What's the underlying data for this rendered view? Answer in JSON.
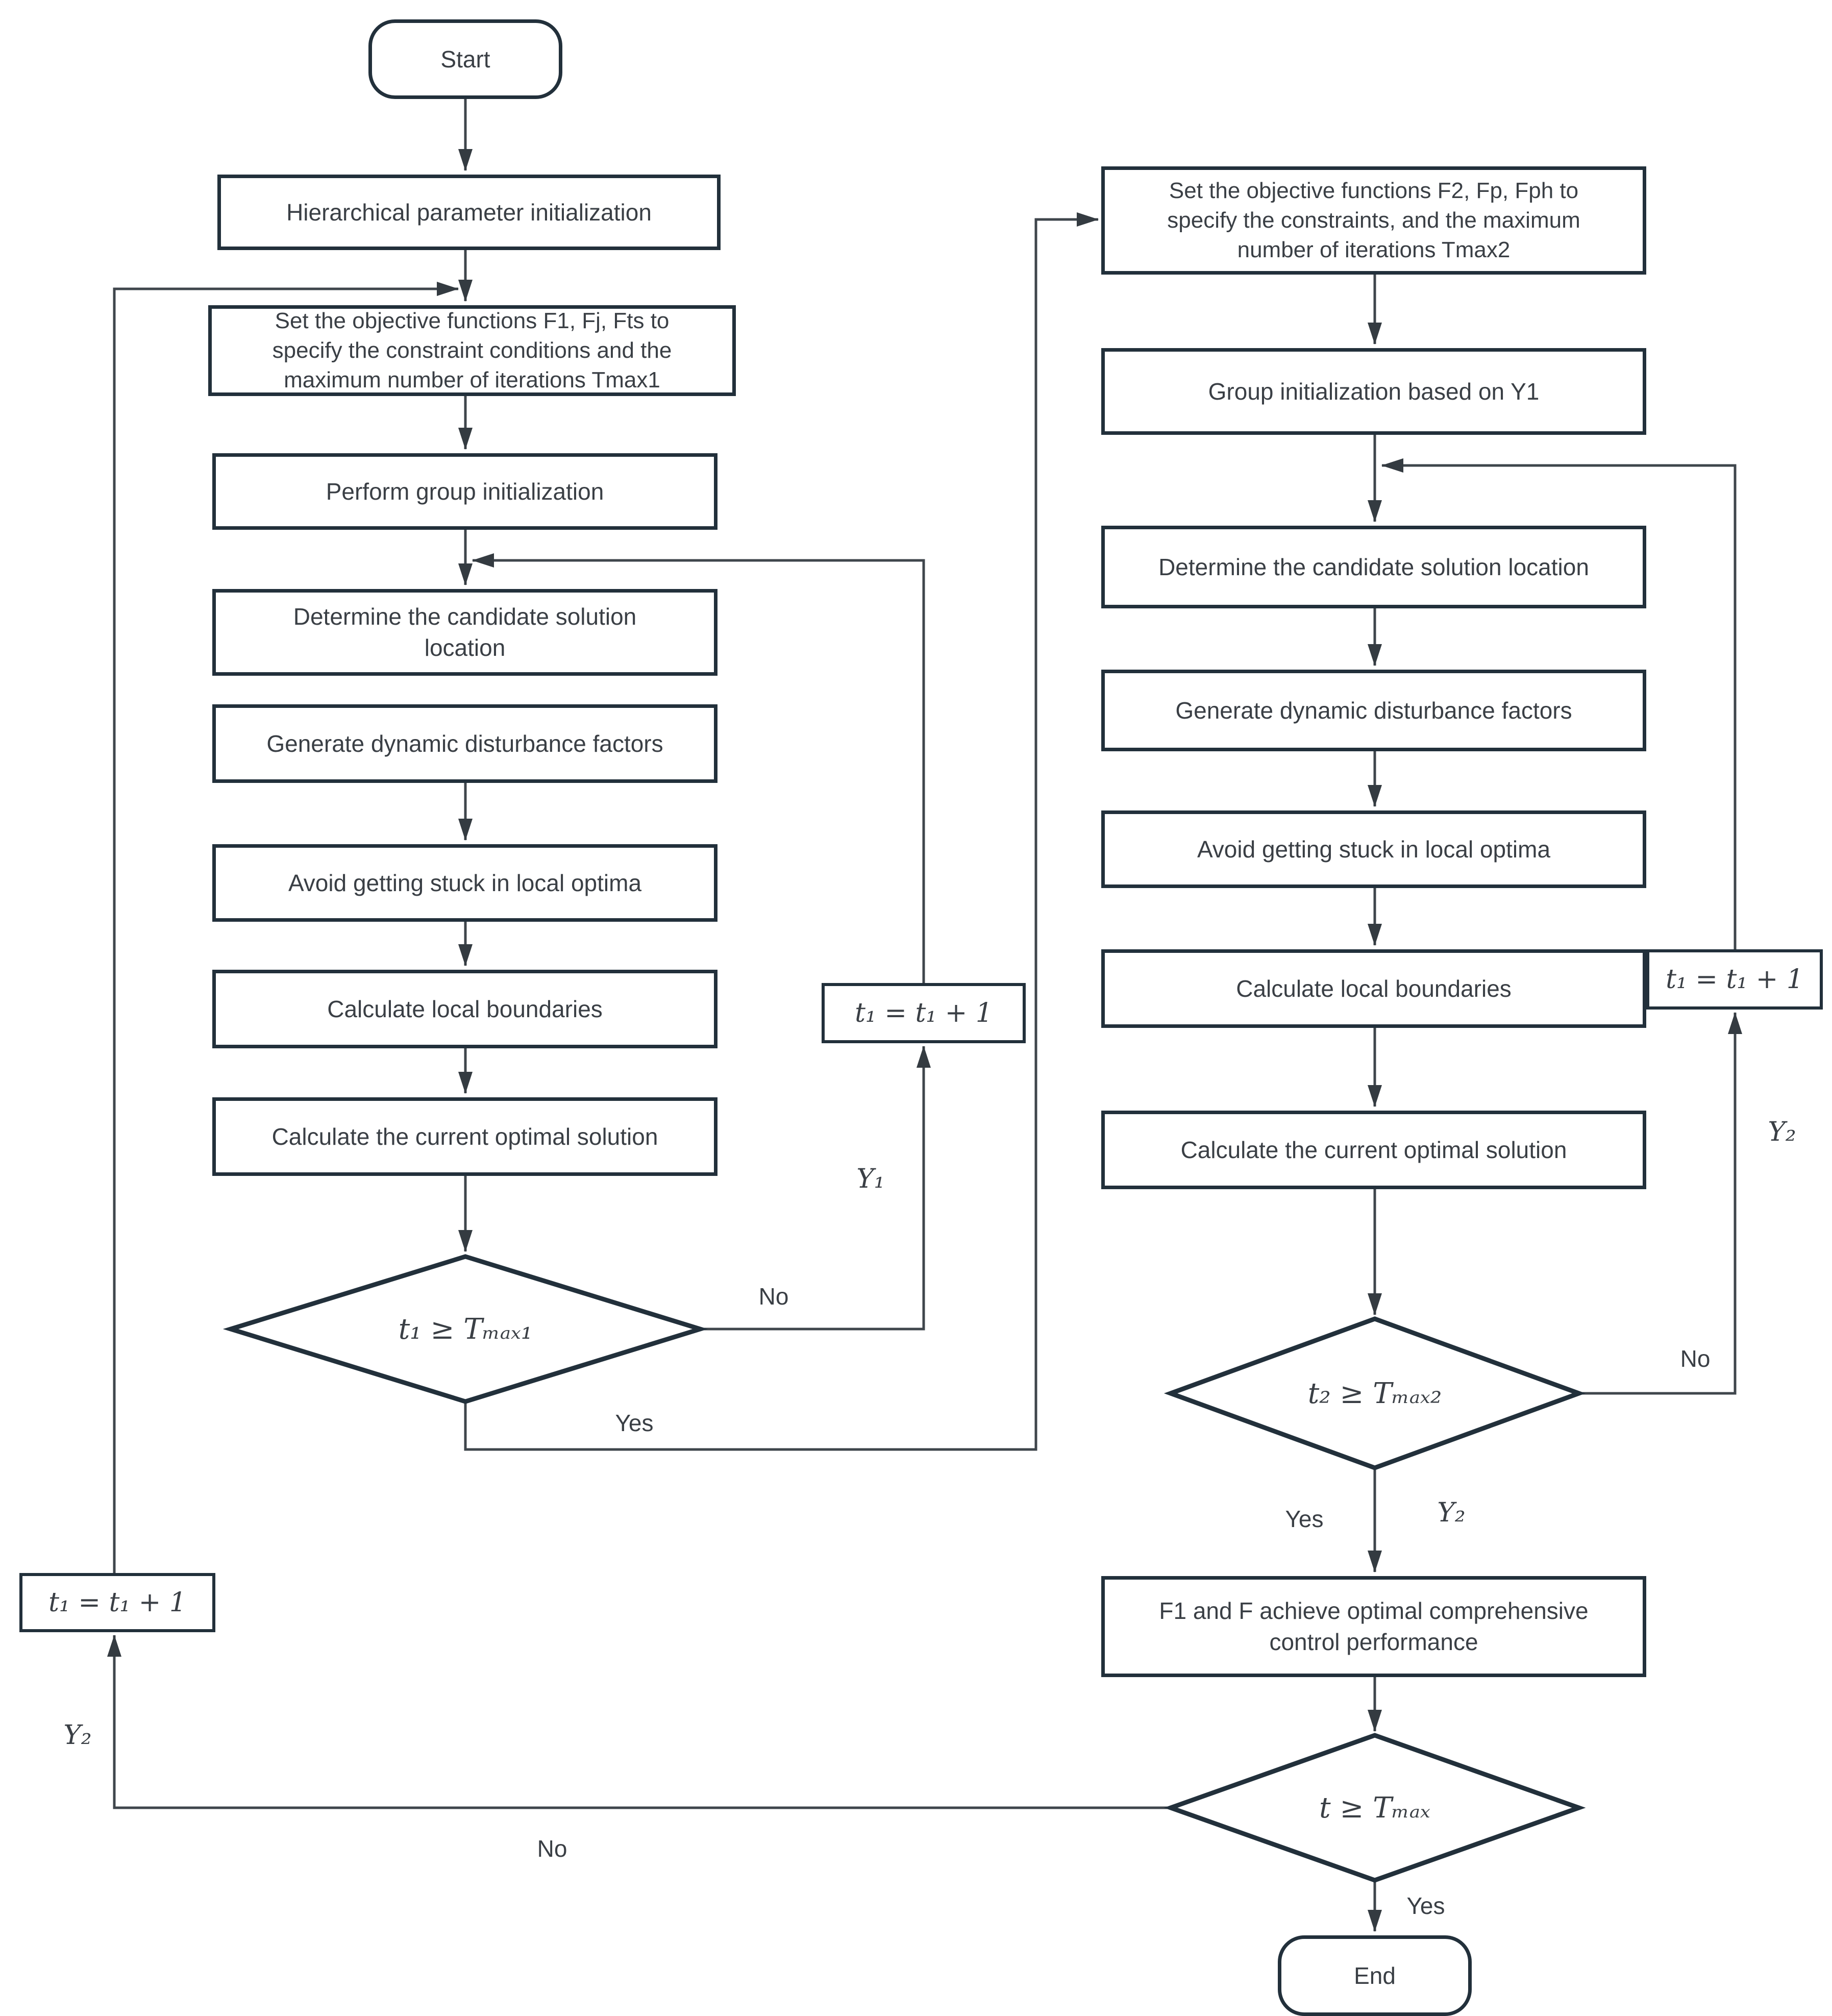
{
  "nodes": {
    "start": "Start",
    "l1": "Hierarchical parameter initialization",
    "l2": "Set the objective functions F1, Fj, Fts to\nspecify the constraint conditions and the\nmaximum number of iterations Tmax1",
    "l3": "Perform group initialization",
    "l4": "Determine the candidate solution\nlocation",
    "l5": "Generate dynamic disturbance factors",
    "l6": "Avoid getting stuck in local optima",
    "l7": "Calculate local boundaries",
    "l8": "Calculate the current optimal solution",
    "d1": "t₁ ≥ Tₘₐₓ₁",
    "inc_left": "t₁ = t₁ + 1",
    "r1": "Set the objective functions F2, Fp, Fph to\nspecify the constraints, and the maximum\nnumber of iterations Tmax2",
    "r2": "Group initialization based on Y1",
    "r3": "Determine the candidate solution location",
    "r4": "Generate dynamic disturbance factors",
    "r5": "Avoid getting stuck in local optima",
    "r6": "Calculate local boundaries",
    "inc_right": "t₁ = t₁ + 1",
    "r7": "Calculate the current optimal solution",
    "d2": "t₂ ≥ Tₘₐₓ₂",
    "r8": "F1 and F achieve optimal comprehensive\ncontrol performance",
    "d3": "t ≥ Tₘₐₓ",
    "inc_bottom": "t₁ = t₁ + 1",
    "end": "End"
  },
  "edge_labels": {
    "d1_no": "No",
    "d1_yes": "Yes",
    "d1_loop_y1": "Y₁",
    "d2_no": "No",
    "d2_yes": "Yes",
    "d2_yes_y2": "Y₂",
    "d2_loop_y2": "Y₂",
    "d3_no": "No",
    "d3_yes": "Yes",
    "d3_loop_y2": "Y₂"
  },
  "colors": {
    "background": "#ffffff",
    "shape_border": "#22303b",
    "connector": "#3f464c",
    "text": "#3a3f45"
  }
}
